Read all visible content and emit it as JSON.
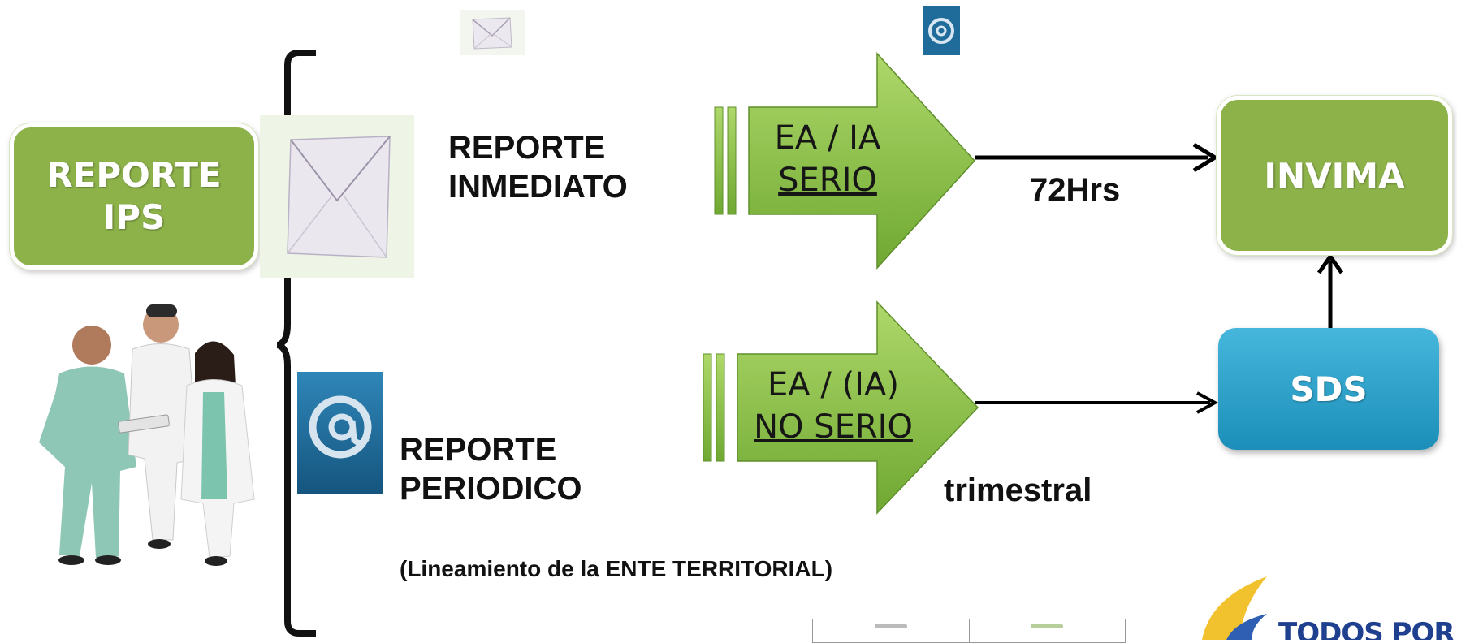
{
  "boxes": {
    "reporte_ips": [
      "REPORTE",
      "IPS"
    ],
    "invima": "INVIMA",
    "sds": "SDS"
  },
  "reports": {
    "immediate": [
      "REPORTE",
      "INMEDIATO"
    ],
    "periodic": [
      "REPORTE",
      "PERIODICO"
    ],
    "note": "(Lineamiento de la ENTE TERRITORIAL)"
  },
  "arrows": {
    "serious": {
      "line1": "EA / IA",
      "line2": "SERIO",
      "time": "72Hrs"
    },
    "nonserious": {
      "line1": "EA / (IA)",
      "line2": "NO SERIO",
      "time": "trimestral"
    }
  },
  "logo": {
    "text": "TODOS POR U"
  },
  "icons": [
    "envelope-icon",
    "at-sign-icon",
    "doctors-photo"
  ],
  "colors": {
    "green": "#8db24a",
    "blue": "#2aa3cc",
    "arrow_green": "#8cc34a"
  }
}
